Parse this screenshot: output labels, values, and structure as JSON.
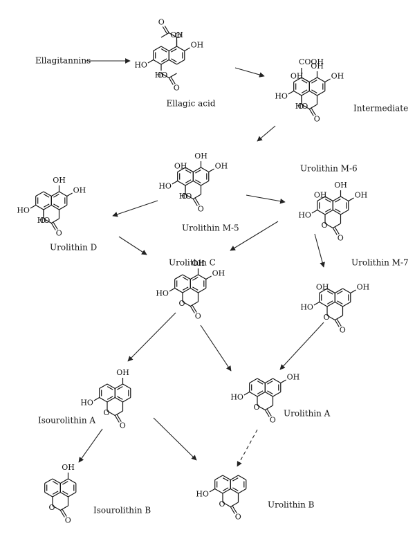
{
  "labels": {
    "ellagitannins": "Ellagitannins",
    "ellagic_acid": "Ellagic acid",
    "intermediate": "Intermediate",
    "urolithin_m5": "Urolithin M-5",
    "urolithin_m6": "Urolithin M-6",
    "urolithin_d": "Urolithin D",
    "urolithin_c": "Urolithin C",
    "urolithin_m7": "Urolithin M-7",
    "isourolithin_a": "Isourolithin A",
    "urolithin_a": "Urolithin A",
    "isourolithin_b": "Isourolithin B",
    "urolithin_b": "Urolithin B"
  },
  "atoms": {
    "oh": "OH",
    "ho": "HO",
    "o": "O",
    "cooh": "COOH"
  }
}
